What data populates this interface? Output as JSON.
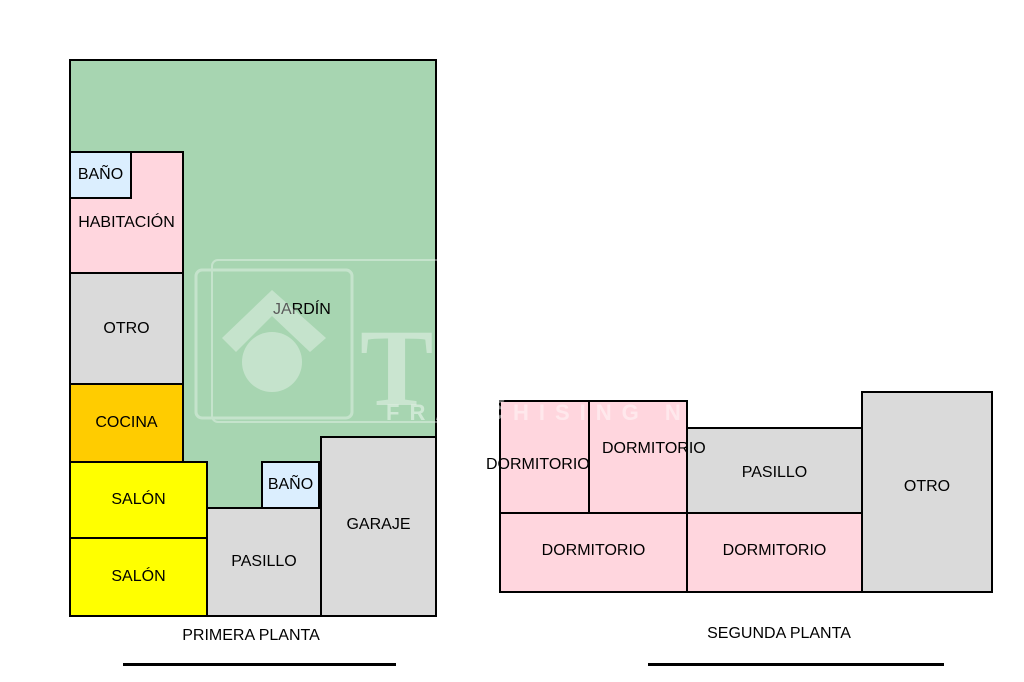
{
  "colors": {
    "garden": "#a7d5b1",
    "bedroom": "#ffd6de",
    "bath": "#dbeefe",
    "other": "#dadada",
    "kitchen": "#ffcc00",
    "living": "#ffff00"
  },
  "floor1": {
    "caption": "PRIMERA PLANTA",
    "jardin": "JARDÍN",
    "bano_top": "BAÑO",
    "habitacion": "HABITACIÓN",
    "otro": "OTRO",
    "cocina": "COCINA",
    "salon_1": "SALÓN",
    "salon_2": "SALÓN",
    "bano_mid": "BAÑO",
    "pasillo": "PASILLO",
    "garaje": "GARAJE"
  },
  "floor2": {
    "caption": "SEGUNDA PLANTA",
    "dormitorio_1": "DORMITORIO",
    "dormitorio_2": "DORMITORIO",
    "pasillo": "PASILLO",
    "otro": "OTRO",
    "dormitorio_3": "DORMITORIO",
    "dormitorio_4": "DORMITORIO"
  },
  "watermark": {
    "icon": "house-logo-icon",
    "big_text": "TC",
    "small_text": "FRANCHISING N"
  }
}
